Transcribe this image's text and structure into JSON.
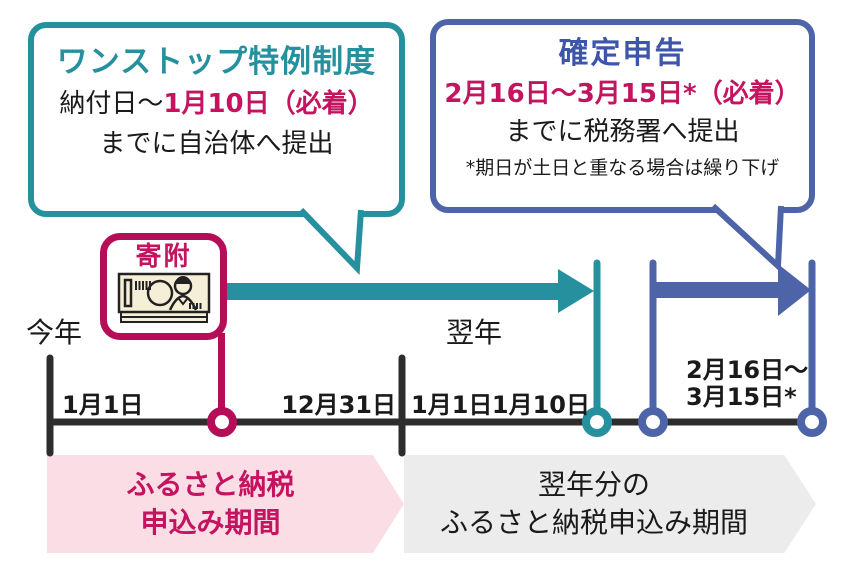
{
  "colors": {
    "teal": "#26909F",
    "blue": "#4E64A8",
    "blue_title": "#3E56A9",
    "crimson": "#B60D58",
    "bright_crimson": "#C4135F",
    "pink_banner_bg": "#FBDEE5",
    "gray_banner_bg": "#ECECEC",
    "timeline_dark": "#2D2D2D"
  },
  "onestop_bubble": {
    "title": "ワンストップ特例制度",
    "deadline_prefix": "納付日～",
    "deadline": "1月10日（必着）",
    "submit_line": "までに自治体へ提出"
  },
  "tax_return_bubble": {
    "title": "確定申告",
    "deadline": "2月16日～3月15日*（必着）",
    "submit_line": "までに税務署へ提出",
    "footnote": "*期日が土日と重なる場合は繰り下げ"
  },
  "donation_badge": {
    "label": "寄附"
  },
  "timeline": {
    "this_year_label": "今年",
    "next_year_label": "翌年",
    "date_jan1_first": "1月1日",
    "date_dec31": "12月31日",
    "date_jan1_next": "1月1日",
    "date_jan10": "1月10日",
    "date_feb_mar_line1": "2月16日～",
    "date_feb_mar_line2": "3月15日*"
  },
  "banners": {
    "application_period": {
      "line1": "ふるさと納税",
      "line2": "申込み期間"
    },
    "next_year_period": {
      "line1": "翌年分の",
      "line2": "ふるさと納税申込み期間"
    }
  }
}
